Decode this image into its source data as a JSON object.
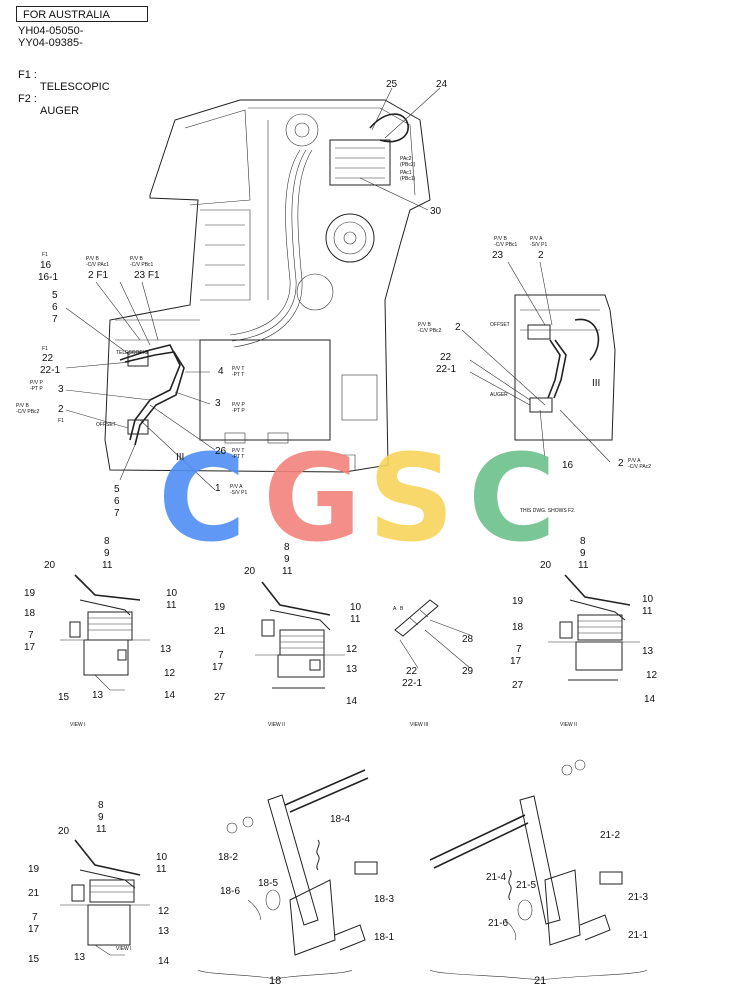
{
  "header": {
    "region": "FOR AUSTRALIA",
    "serial_1": "YH04-05050-",
    "serial_2": "YY04-09385-"
  },
  "legend": {
    "f1_key": "F1 :",
    "f1_value": "TELESCOPIC",
    "f2_key": "F2 :",
    "f2_value": "AUGER"
  },
  "watermark": {
    "letters": [
      "C",
      "G",
      "S",
      "C"
    ],
    "colors": [
      "#4f8ff5",
      "#f2837c",
      "#f9d45c",
      "#6cc08b"
    ]
  },
  "main_labels": {
    "n25": "25",
    "n24": "24",
    "n30": "30",
    "f1a": "F1",
    "n16": "16",
    "n16_1": "16-1",
    "n5": "5",
    "n6": "6",
    "n7": "7",
    "f1b": "F1",
    "n22": "22",
    "n22_1": "22-1",
    "n3": "3",
    "n2": "2",
    "f1c": "F1",
    "n2b": "2",
    "f1_2": "2 F1",
    "f1_23": "23 F1",
    "n4": "4",
    "n3b": "3",
    "n26": "26",
    "n1": "1",
    "n5b": "5",
    "n6b": "6",
    "n7b": "7",
    "roman": "III"
  },
  "aux_labels": {
    "n23": "23",
    "n2": "2",
    "n2b": "2",
    "n22": "22",
    "n22_1": "22-1",
    "n16": "16",
    "n2c": "2",
    "roman": "III",
    "note": "THIS DWG. SHOWS F2."
  },
  "tiny_labels": {
    "pvb_a": "P/V B",
    "cv_pac1": "-C/V PAc1",
    "pvb_b": "P/V B",
    "cv_pbc1": "-C/V PBc1",
    "pvp": "P/V P",
    "ptp": "-PT P",
    "pvb_c": "P/V B",
    "cv_pbc2": "-C/V PBc2",
    "offset": "OFFSET",
    "pvt": "P/V T",
    "ptt": "-PT T",
    "pvp2": "P/V P",
    "ptp2": "-PT P",
    "pvt2": "P/V T",
    "ptt2": "-PT T",
    "pva": "P/V A",
    "cv_pb1": "-S/V P1",
    "telescopic": "TELESCOPIC",
    "pac2": "PAc2",
    "pbc2": "(PBc2)",
    "pac1": "PAc1",
    "pbc1": "(PBc1)",
    "aux_pvb": "P/V B",
    "aux_cv_pbc1": "-C/V PBc1",
    "aux_pva": "P/V A",
    "aux_sv_p1": "-S/V P1",
    "aux_pvb2": "P/V B",
    "aux_cv_pbc2": "-C/V PBc2",
    "aux_pva2": "P/V A",
    "aux_cv_pac2": "-C/V PAc2",
    "aux_auger": "AUGER",
    "aux_offset": "OFFSET",
    "view_a": "VIEW I",
    "view_b": "VIEW II",
    "view_c": "VIEW III",
    "view_d": "VIEW II",
    "view_e": "VIEW I"
  },
  "pedal_views": [
    {
      "labels": [
        "8",
        "9",
        "11",
        "20",
        "19",
        "18",
        "7",
        "17",
        "15",
        "13",
        "10",
        "11",
        "13",
        "12",
        "14"
      ]
    },
    {
      "labels": [
        "8",
        "9",
        "11",
        "20",
        "19",
        "21",
        "7",
        "17",
        "27",
        "10",
        "11",
        "12",
        "13",
        "14"
      ]
    },
    {
      "labels": [
        "A",
        "B",
        "28",
        "29",
        "22",
        "22-1"
      ]
    },
    {
      "labels": [
        "8",
        "9",
        "11",
        "20",
        "19",
        "18",
        "7",
        "17",
        "27",
        "10",
        "11",
        "13",
        "12",
        "14"
      ]
    },
    {
      "labels": [
        "8",
        "9",
        "11",
        "20",
        "19",
        "21",
        "7",
        "17",
        "15",
        "13",
        "10",
        "11",
        "12",
        "13",
        "14"
      ]
    }
  ],
  "parts_18": {
    "n18_2": "18-2",
    "n18_4": "18-4",
    "n18_5": "18-5",
    "n18_6": "18-6",
    "n18_3": "18-3",
    "n18_1": "18-1",
    "group": "18"
  },
  "parts_21": {
    "n21_2": "21-2",
    "n21_4": "21-4",
    "n21_5": "21-5",
    "n21_6": "21-6",
    "n21_3": "21-3",
    "n21_1": "21-1",
    "group": "21"
  }
}
